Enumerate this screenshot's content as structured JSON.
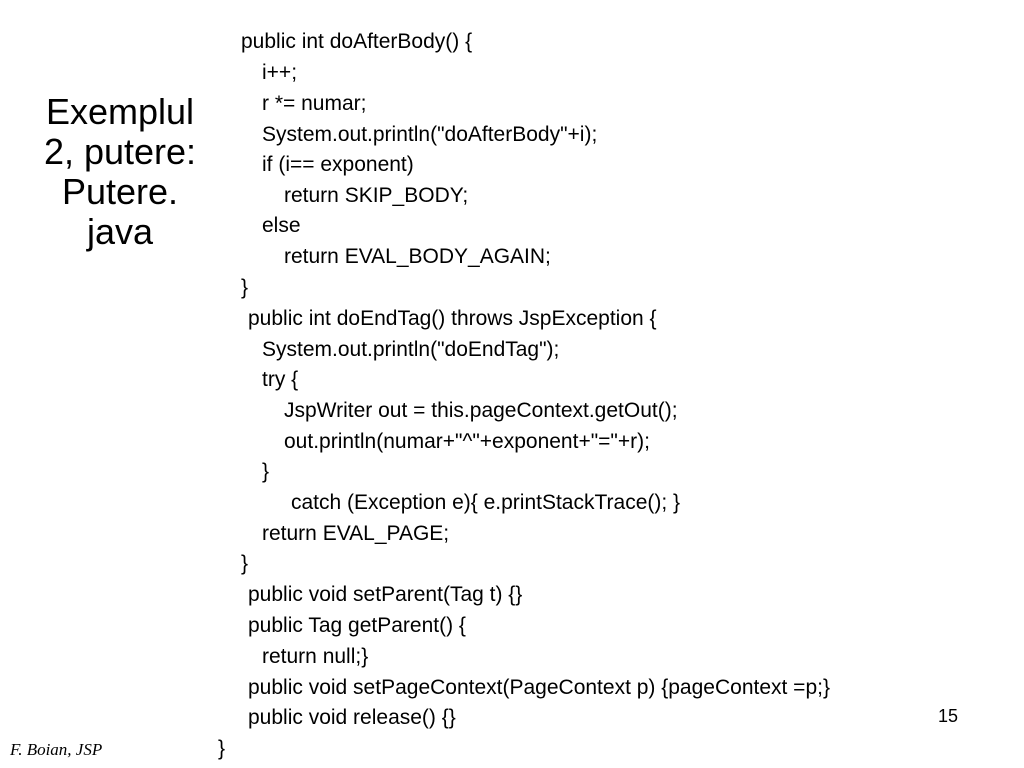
{
  "title": {
    "lines": [
      "Exemplul",
      "2, putere:",
      "Putere.",
      "java"
    ]
  },
  "code_lines": [
    "public int doAfterBody() {",
    "i++;",
    "r *= numar;",
    "System.out.println(\"doAfterBody\"+i);",
    "if (i== exponent)",
    "return SKIP_BODY;",
    "else",
    "return EVAL_BODY_AGAIN;",
    "}",
    "public int doEndTag() throws JspException {",
    "System.out.println(\"doEndTag\");",
    "try {",
    "JspWriter out = this.pageContext.getOut();",
    "out.println(numar+\"^\"+exponent+\"=\"+r);",
    "}",
    "catch (Exception e){ e.printStackTrace(); }",
    "return EVAL_PAGE;",
    "}",
    "public void setParent(Tag t) {}",
    "public Tag getParent() {",
    "return null;}",
    "public void setPageContext(PageContext p) {pageContext =p;}",
    "public void release() {}",
    "}"
  ],
  "page_number": "15",
  "footer": "F. Boian, JSP"
}
